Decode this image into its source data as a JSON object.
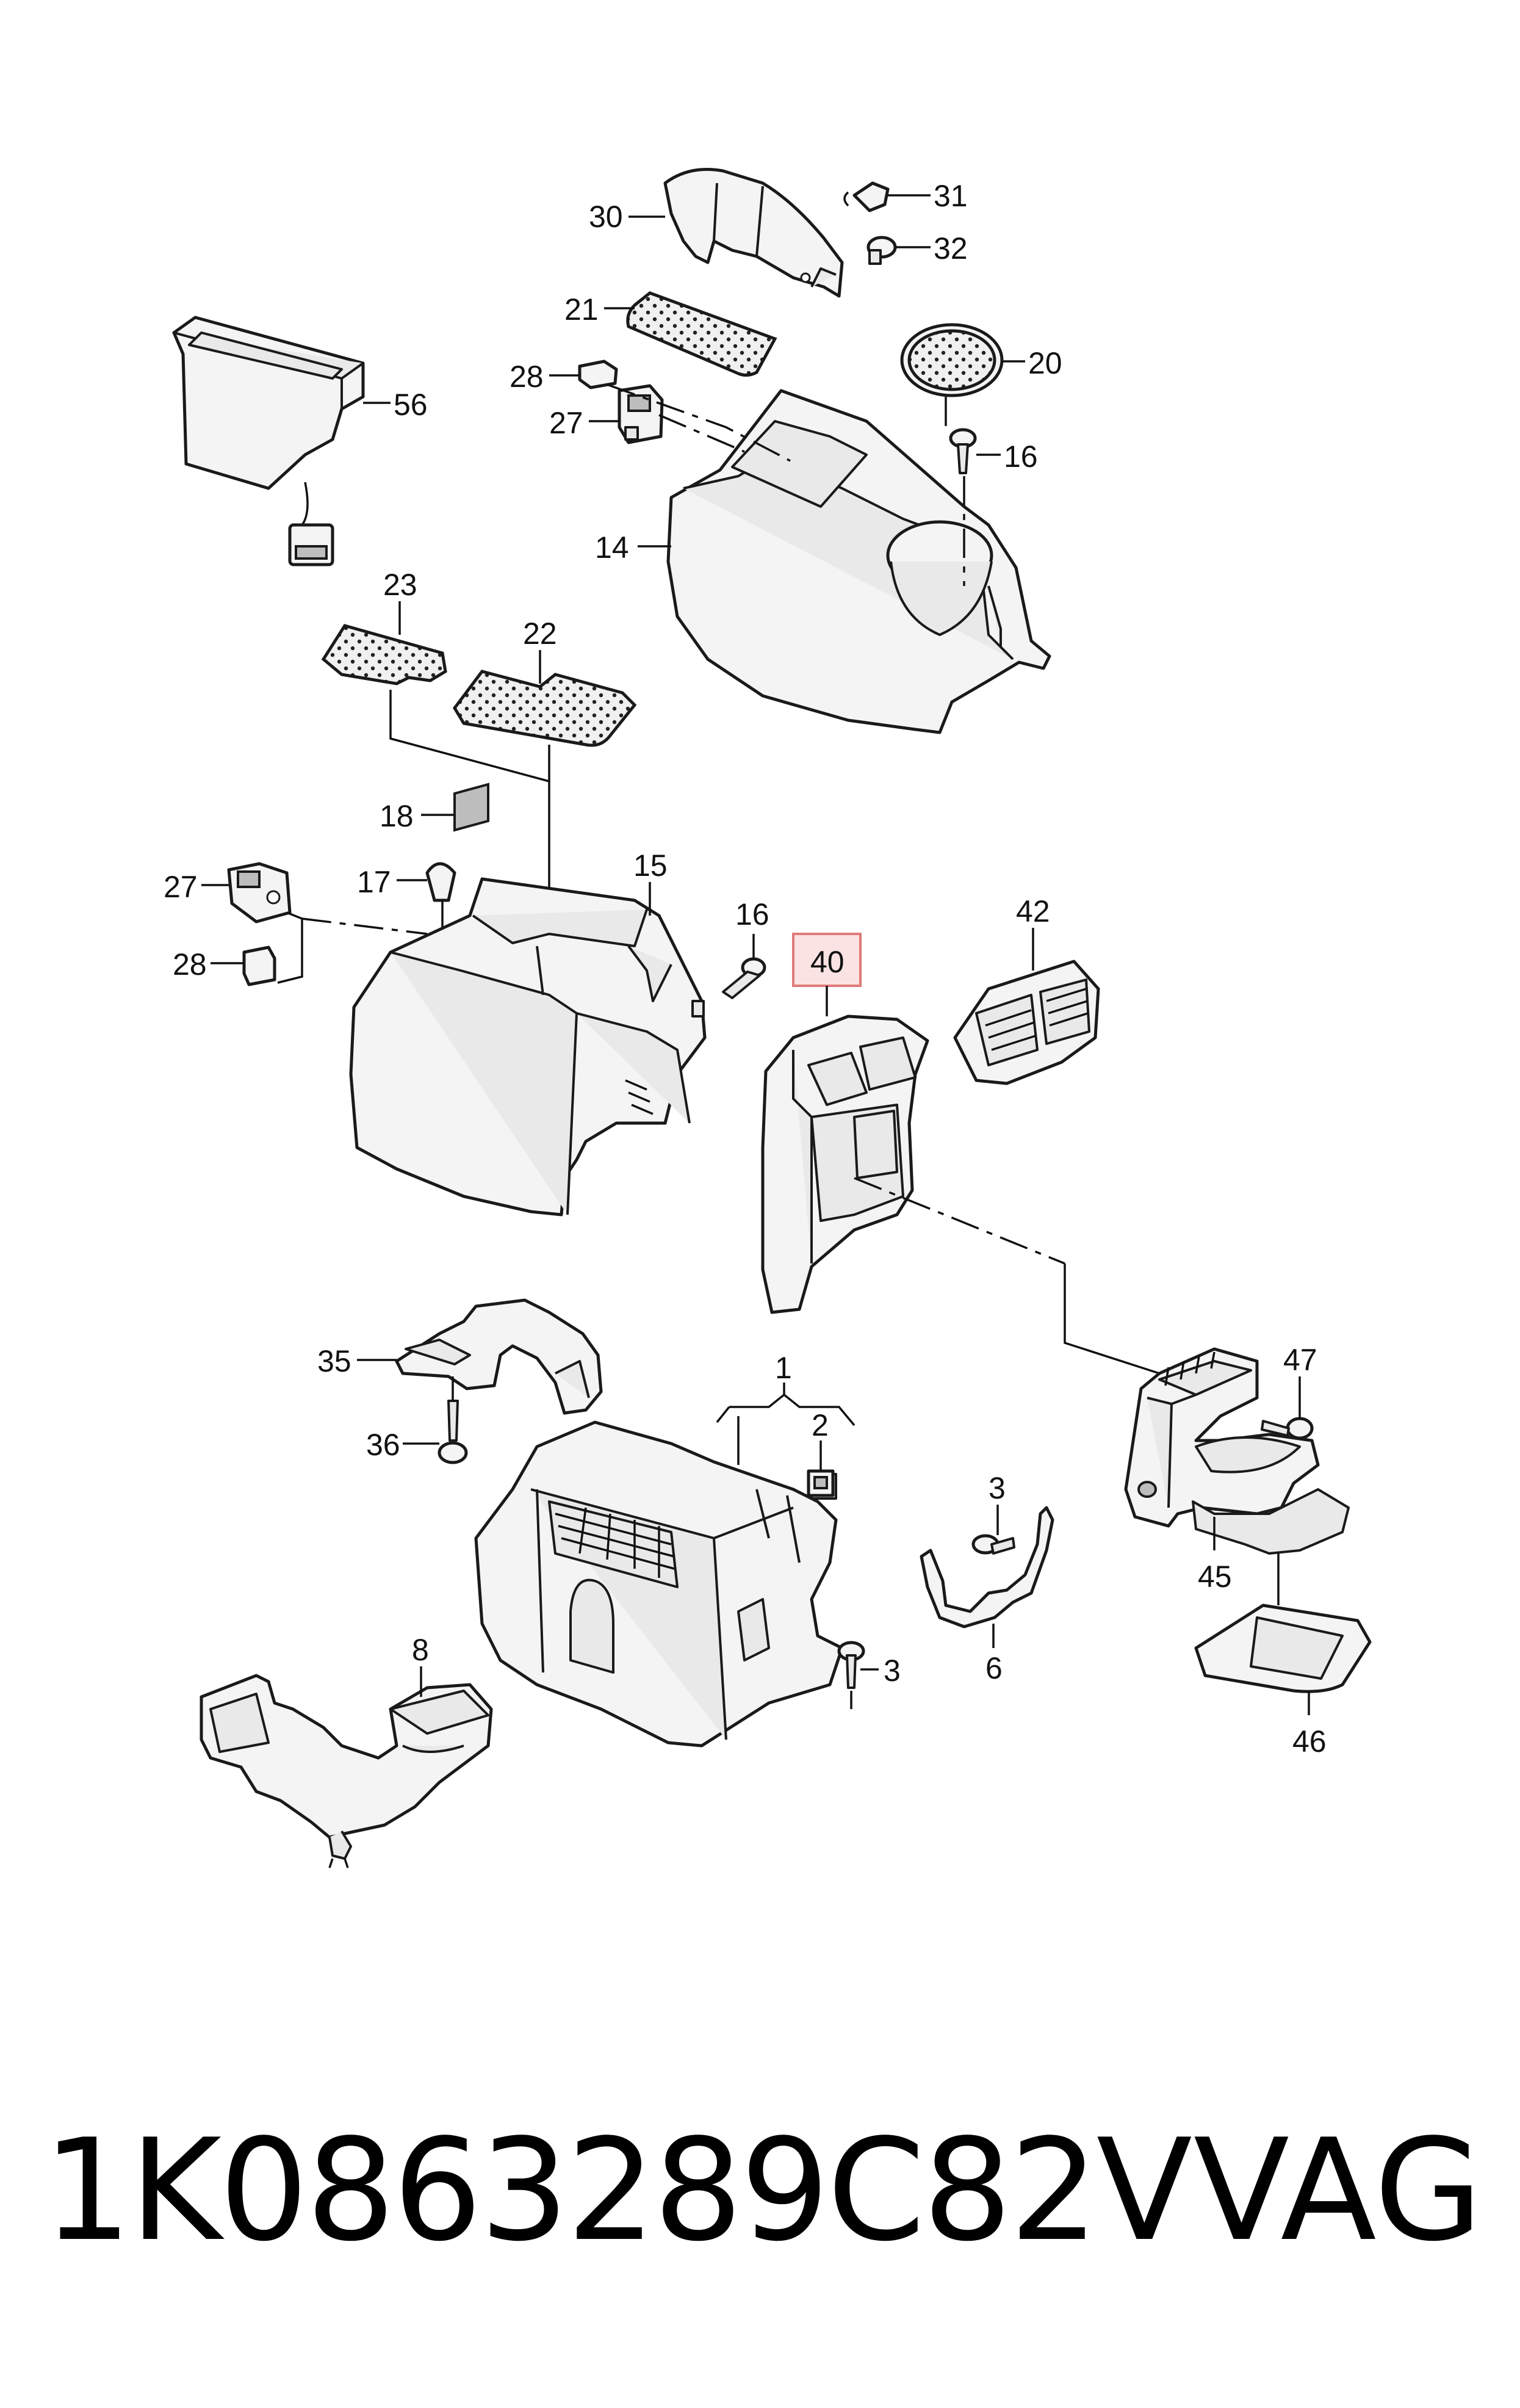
{
  "callouts": [
    {
      "id": "c30",
      "text": "30"
    },
    {
      "id": "c31",
      "text": "31"
    },
    {
      "id": "c32",
      "text": "32"
    },
    {
      "id": "c21",
      "text": "21"
    },
    {
      "id": "c20",
      "text": "20"
    },
    {
      "id": "c28a",
      "text": "28"
    },
    {
      "id": "c27a",
      "text": "27"
    },
    {
      "id": "c16a",
      "text": "16"
    },
    {
      "id": "c56",
      "text": "56"
    },
    {
      "id": "c14",
      "text": "14"
    },
    {
      "id": "c23",
      "text": "23"
    },
    {
      "id": "c22",
      "text": "22"
    },
    {
      "id": "c18",
      "text": "18"
    },
    {
      "id": "c27b",
      "text": "27"
    },
    {
      "id": "c17",
      "text": "17"
    },
    {
      "id": "c15",
      "text": "15"
    },
    {
      "id": "c16b",
      "text": "16"
    },
    {
      "id": "c40",
      "text": "40"
    },
    {
      "id": "c42",
      "text": "42"
    },
    {
      "id": "c28b",
      "text": "28"
    },
    {
      "id": "c35",
      "text": "35"
    },
    {
      "id": "c1",
      "text": "1"
    },
    {
      "id": "c47",
      "text": "47"
    },
    {
      "id": "c36",
      "text": "36"
    },
    {
      "id": "c2",
      "text": "2"
    },
    {
      "id": "c3a",
      "text": "3"
    },
    {
      "id": "c45",
      "text": "45"
    },
    {
      "id": "c6",
      "text": "6"
    },
    {
      "id": "c3b",
      "text": "3"
    },
    {
      "id": "c8",
      "text": "8"
    },
    {
      "id": "c46",
      "text": "46"
    }
  ],
  "highlighted_callout": "40",
  "footer": {
    "part_number": "1K0863289C82V",
    "brand": "VAG"
  },
  "colors": {
    "line": "#1a1a1a",
    "highlight_fill": "#fbe3e3",
    "highlight_stroke": "#e07a7a"
  }
}
